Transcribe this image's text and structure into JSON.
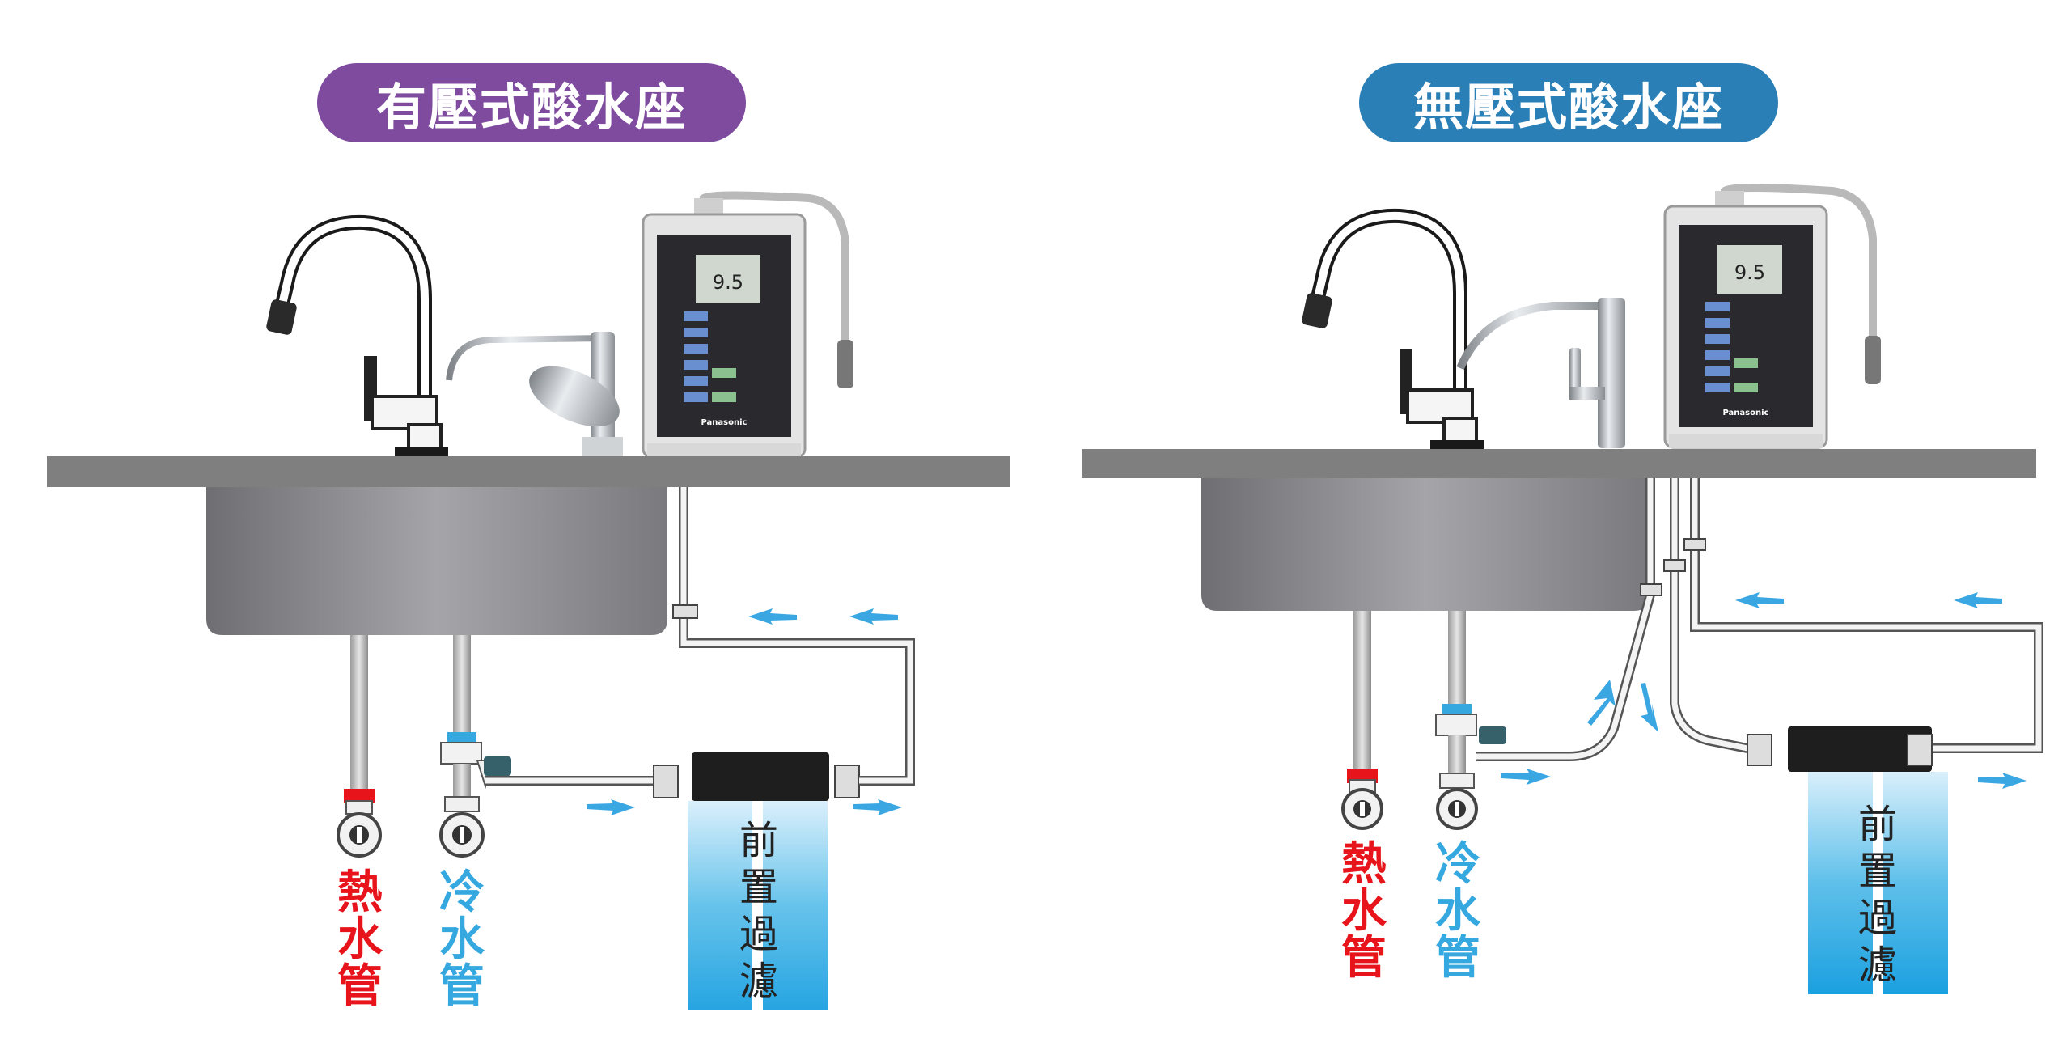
{
  "colors": {
    "pressurized_title_bg": "#7e4b9e",
    "unpressurized_title_bg": "#2a7fb6",
    "hot_label": "#e8141c",
    "cold_label": "#36a8e0",
    "flow_arrow": "#3aa7e3",
    "counter": "#7f7f80",
    "sink": "#8a8a8e"
  },
  "panels": [
    {
      "title": "有壓式酸水座",
      "hot_pipe_label": "熱水管",
      "cold_pipe_label": "冷水管",
      "filter_label": "前置過濾",
      "ionizer": {
        "brand": "Panasonic",
        "display_value": "9.5"
      }
    },
    {
      "title": "無壓式酸水座",
      "hot_pipe_label": "熱水管",
      "cold_pipe_label": "冷水管",
      "filter_label": "前置過濾",
      "ionizer": {
        "brand": "Panasonic",
        "display_value": "9.5"
      }
    }
  ]
}
